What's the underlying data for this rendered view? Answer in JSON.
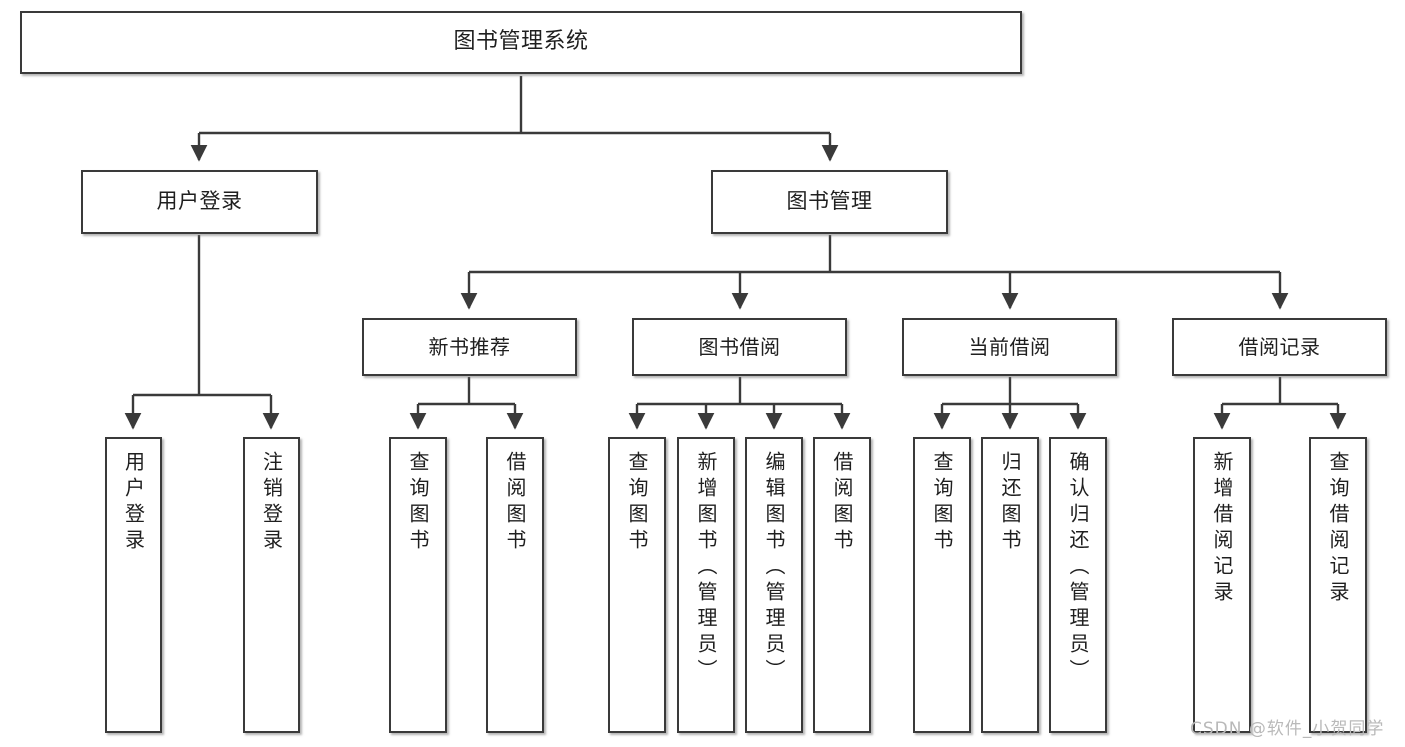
{
  "diagram": {
    "title": "图书管理系统",
    "type": "tree-hierarchy",
    "watermark": "CSDN @软件_小贺同学",
    "nodes": {
      "root": {
        "label": "图书管理系统"
      },
      "level2": [
        {
          "key": "user_login",
          "label": "用户登录"
        },
        {
          "key": "book_manage",
          "label": "图书管理"
        }
      ],
      "level3": [
        {
          "key": "new_book_rec",
          "label": "新书推荐"
        },
        {
          "key": "book_borrow",
          "label": "图书借阅"
        },
        {
          "key": "current_borrow",
          "label": "当前借阅"
        },
        {
          "key": "borrow_record",
          "label": "借阅记录"
        }
      ],
      "leaves": {
        "user_login": [
          {
            "key": "login",
            "label": "用户登录"
          },
          {
            "key": "logout",
            "label": "注销登录"
          }
        ],
        "new_book_rec": [
          {
            "key": "query_book_1",
            "label": "查询图书"
          },
          {
            "key": "borrow_book_1",
            "label": "借阅图书"
          }
        ],
        "book_borrow": [
          {
            "key": "query_book_2",
            "label": "查询图书"
          },
          {
            "key": "add_book",
            "label": "新增图书（管理员）"
          },
          {
            "key": "edit_book",
            "label": "编辑图书（管理员）"
          },
          {
            "key": "borrow_book_2",
            "label": "借阅图书"
          }
        ],
        "current_borrow": [
          {
            "key": "query_book_3",
            "label": "查询图书"
          },
          {
            "key": "return_book",
            "label": "归还图书"
          },
          {
            "key": "confirm_return",
            "label": "确认归还（管理员）"
          }
        ],
        "borrow_record": [
          {
            "key": "add_record",
            "label": "新增借阅记录"
          },
          {
            "key": "query_record",
            "label": "查询借阅记录"
          }
        ]
      }
    },
    "colors": {
      "stroke": "#3a3a3a",
      "fill": "#ffffff",
      "text": "#1f1f1f",
      "watermark": "#b9b9b9"
    }
  }
}
